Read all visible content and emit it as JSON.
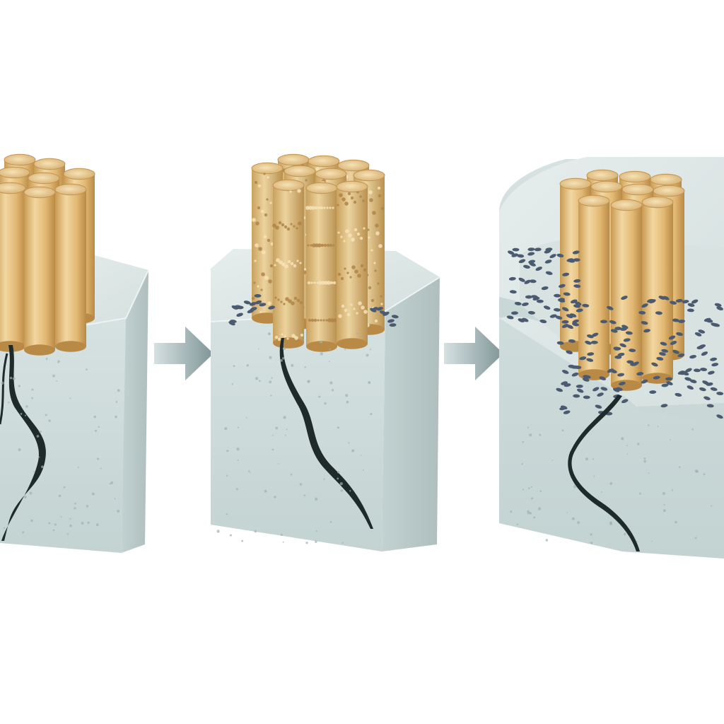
{
  "diagram": {
    "panels": [
      {
        "stage": 1,
        "fiber_bundle": "smooth",
        "crack": true
      },
      {
        "stage": 2,
        "fiber_bundle": "roughened",
        "crack": true,
        "particles": "few"
      },
      {
        "stage": 3,
        "fiber_bundle": "smooth",
        "crack": true,
        "particles": "many"
      }
    ],
    "arrows": [
      {
        "from": 1,
        "to": 2
      },
      {
        "from": 2,
        "to": 3
      }
    ]
  },
  "colors": {
    "background": "#ffffff",
    "concrete_top": "#dde6e5",
    "concrete_front": "#cfdcdb",
    "concrete_side": "#b8c9c8",
    "fiber_light": "#f3d9a4",
    "fiber_mid": "#e3bd7b",
    "fiber_dark": "#c4964f",
    "crack": "#1f2a2b",
    "particle": "#4a5a70",
    "arrow": "#95a8aa"
  }
}
